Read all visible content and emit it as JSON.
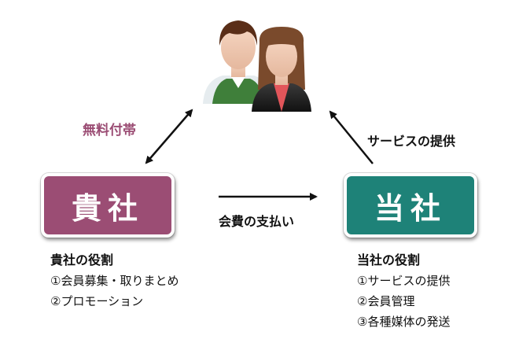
{
  "diagram": {
    "people_icon": "users-icon",
    "left_box": {
      "label": "貴社",
      "color": "#9b4d74"
    },
    "right_box": {
      "label": "当社",
      "color": "#1e8278"
    },
    "arrows": {
      "left_to_people": {
        "label": "無料付帯",
        "label_color": "#9b4d74",
        "direction": "bidirectional"
      },
      "right_to_people": {
        "label": "サービスの提供",
        "direction": "to-people"
      },
      "left_to_right": {
        "label": "会費の支払い",
        "direction": "to-right"
      }
    },
    "left_roles": {
      "title": "貴社の役割",
      "items": [
        "①会員募集・取りまとめ",
        "②プロモーション"
      ]
    },
    "right_roles": {
      "title": "当社の役割",
      "items": [
        "①サービスの提供",
        "②会員管理",
        "③各種媒体の発送"
      ]
    }
  }
}
